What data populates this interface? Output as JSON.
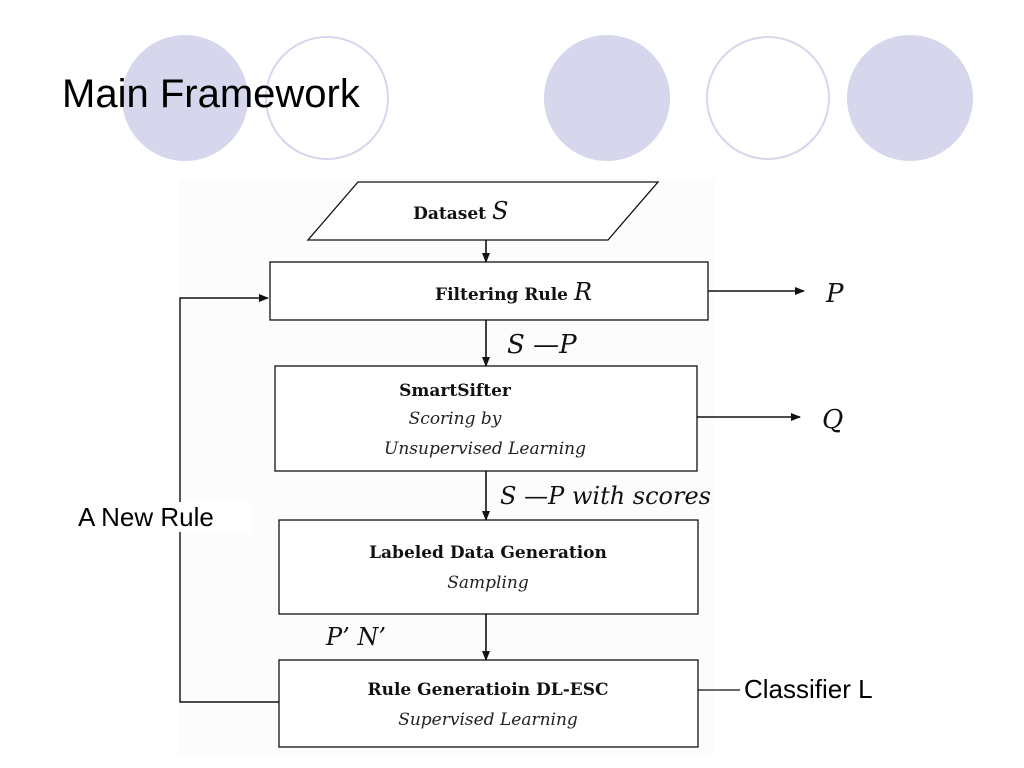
{
  "title": "Main Framework",
  "decor": {
    "circle_fill": "#d6d6ec",
    "circle_stroke": "#d6d6ec",
    "circles": [
      "filled",
      "outline",
      "filled",
      "outline",
      "filled"
    ]
  },
  "diagram": {
    "nodes": {
      "dataset": {
        "label": "Dataset",
        "var": "S"
      },
      "filter": {
        "label": "Filtering Rule",
        "var": "R"
      },
      "smartsifter": {
        "label": "SmartSifter",
        "sub1": "Scoring by",
        "sub2": "Unsupervised Learning"
      },
      "labeled": {
        "label": "Labeled Data Generation",
        "sub": "Sampling"
      },
      "rulegen": {
        "label": "Rule Generatioin DL-ESC",
        "sub": "Supervised Learning"
      }
    },
    "edges": {
      "filter_out": "P",
      "sifter_out": "Q",
      "s_minus_p": "S —P",
      "s_minus_p_scores": "S —P with scores",
      "p_n": "P’  N’"
    },
    "labels": {
      "feedback": "A New Rule",
      "classifier": "Classifier L"
    }
  }
}
